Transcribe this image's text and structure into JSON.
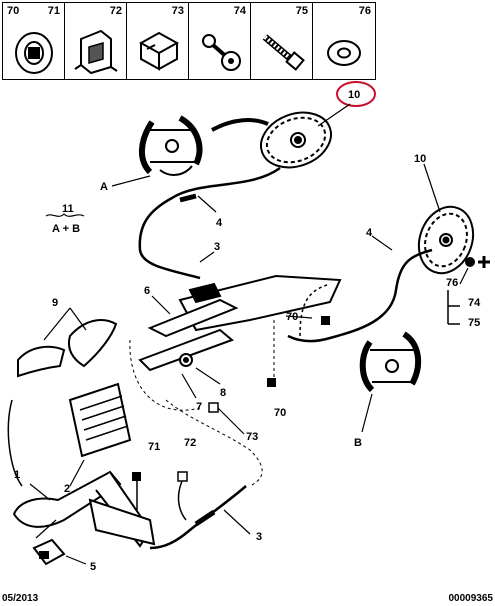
{
  "strip": {
    "cells": [
      {
        "a": "70",
        "b": "71"
      },
      {
        "a": "",
        "b": "72"
      },
      {
        "a": "",
        "b": "73"
      },
      {
        "a": "",
        "b": "74"
      },
      {
        "a": "",
        "b": "75"
      },
      {
        "a": "",
        "b": "76"
      }
    ]
  },
  "labels": {
    "n10_top": "10",
    "n10_right": "10",
    "A": "A",
    "n11": "11",
    "AB": "A + B",
    "n4_left": "4",
    "n4_right": "4",
    "n3_mid": "3",
    "n6": "6",
    "n9": "9",
    "n70_a": "70",
    "n70_b": "70",
    "n76": "76",
    "n74": "74",
    "n75": "75",
    "n7": "7",
    "n8": "8",
    "n73": "73",
    "B": "B",
    "n71": "71",
    "n72": "72",
    "n1": "1",
    "n2": "2",
    "n3_low": "3",
    "n5": "5"
  },
  "footer": {
    "date": "05/2013",
    "code": "00009365"
  },
  "colors": {
    "highlight": "#c8102e"
  }
}
